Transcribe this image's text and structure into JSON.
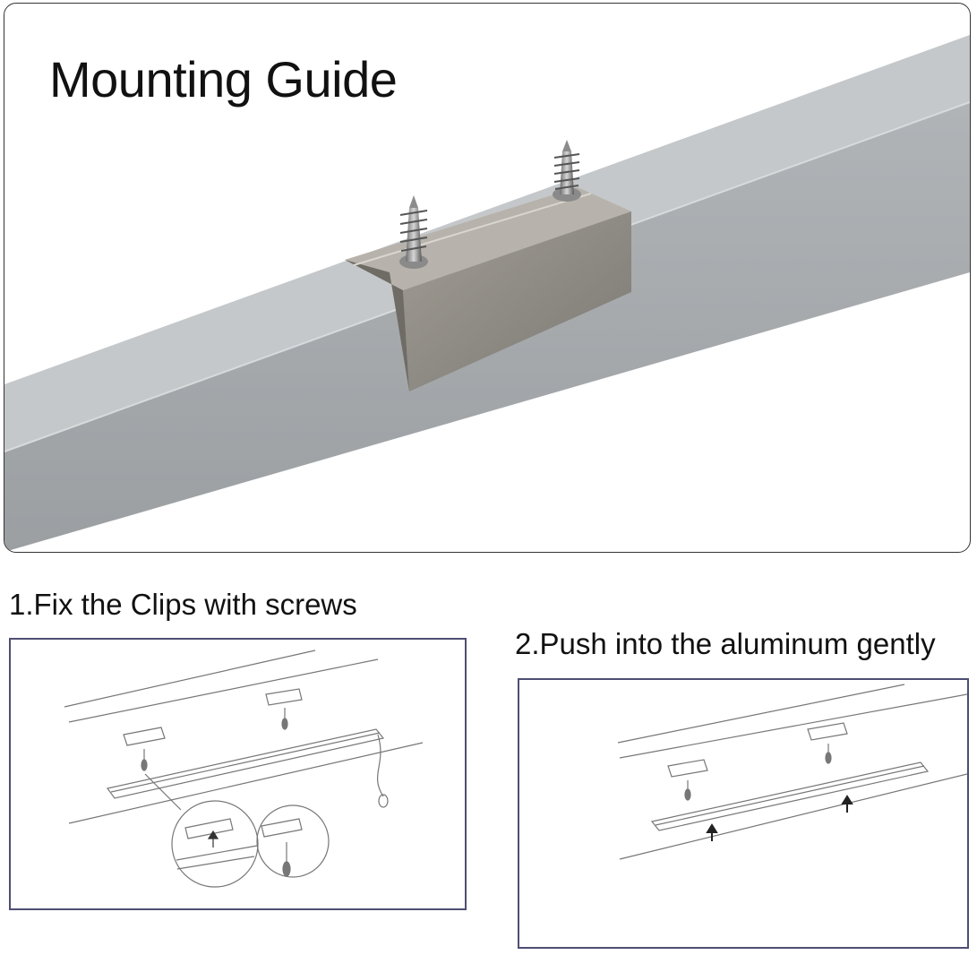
{
  "title": "Mounting Guide",
  "steps": [
    {
      "label": "1.Fix the Clips with screws"
    },
    {
      "label": "2.Push into the aluminum gently"
    }
  ],
  "colors": {
    "profile_face": "#a6aaad",
    "profile_top": "#c3c6c8",
    "clip_steel": "#8f8c85",
    "diagram_border": "#4e4e72",
    "line_art": "#777777"
  },
  "icons": [
    "screw-icon",
    "clip-icon",
    "led-strip-icon",
    "magnifier-icon",
    "arrow-up-icon",
    "cable-plug-icon"
  ]
}
